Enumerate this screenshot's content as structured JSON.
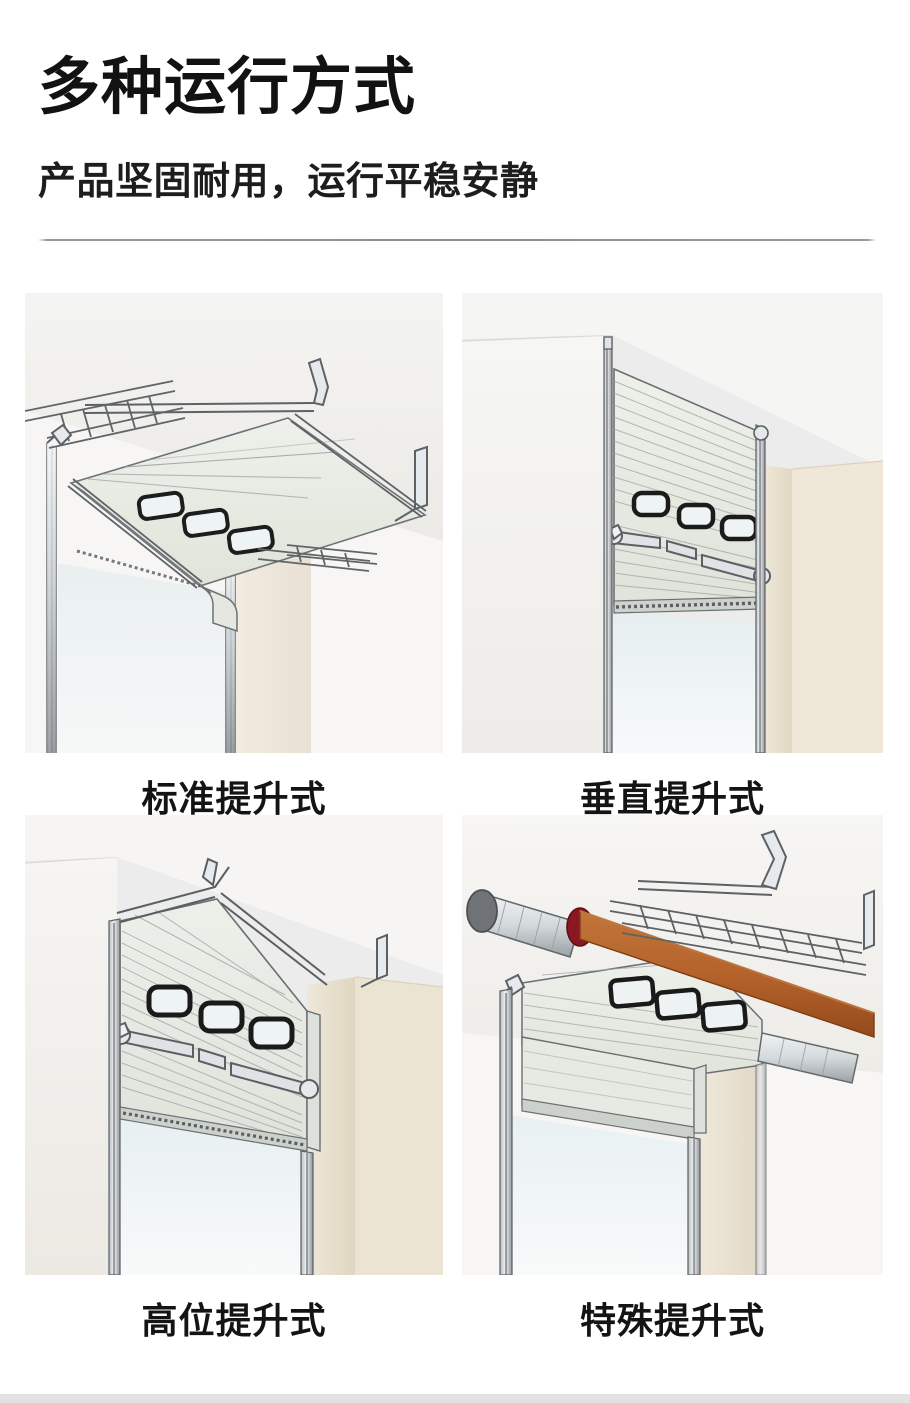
{
  "header": {
    "title": "多种运行方式",
    "subtitle": "产品坚固耐用，运行平稳安静"
  },
  "gallery": {
    "items": [
      {
        "caption": "标准提升式",
        "illustration": "standard-lift-diagram",
        "description": "Sectional door shown horizontal under ceiling on standard-lift tracks"
      },
      {
        "caption": "垂直提升式",
        "illustration": "vertical-lift-diagram",
        "description": "Sectional door shown raised vertically on full-height vertical tracks"
      },
      {
        "caption": "高位提升式",
        "illustration": "high-lift-diagram",
        "description": "Sectional door shown on raised high-lift track with angled transition"
      },
      {
        "caption": "特殊提升式",
        "illustration": "special-lift-diagram",
        "description": "Sectional door with special lift: roller shaft and inclined beam above opening"
      }
    ]
  },
  "colors": {
    "page_background": "#ffffff",
    "panel_background": "#ececec",
    "title_text": "#121212",
    "divider": "#8e8e8e",
    "door_panel": "#e8ebe3",
    "wall_warm": "#f0ebe2",
    "wall_cool": "#f3f3f1",
    "metal_light": "#e9ecee",
    "metal_dark": "#4a4e52",
    "beam_brown": "#b5632a",
    "beam_cap_red": "#8b1820",
    "shaft_gray": "#6f7276",
    "bottom_strip": "#e2e2e2"
  }
}
